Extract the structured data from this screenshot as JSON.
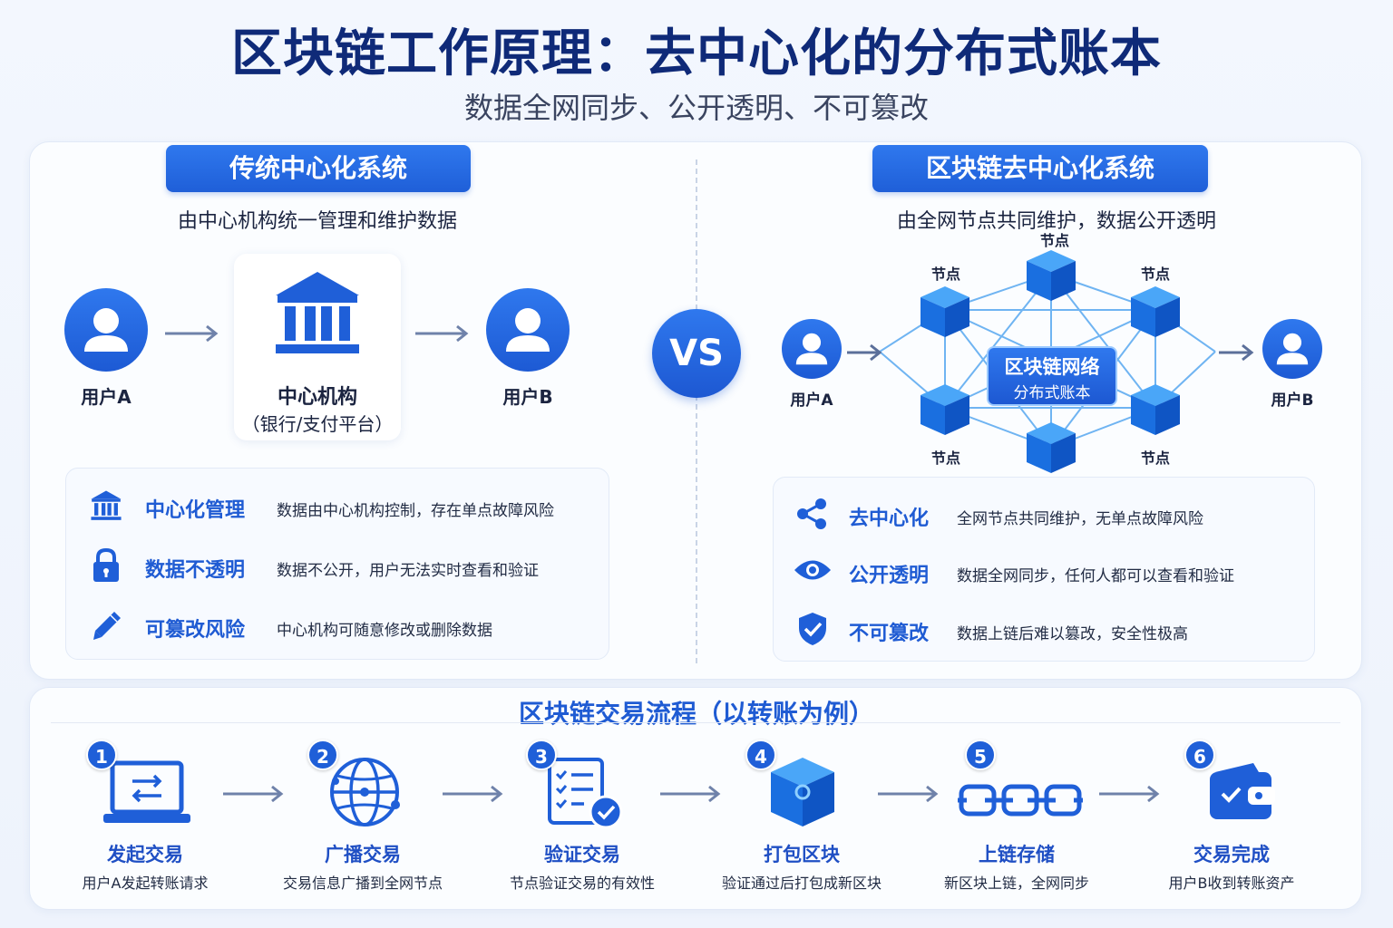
{
  "header": {
    "title": "区块链工作原理：去中心化的分布式账本",
    "subtitle": "数据全网同步、公开透明、不可篡改"
  },
  "left": {
    "heading": "传统中心化系统",
    "description": "由中心机构统一管理和维护数据",
    "user_a": "用户A",
    "center_name": "中心机构",
    "center_sub": "（银行/支付平台）",
    "user_b": "用户B",
    "features": [
      {
        "icon": "bank-icon",
        "title": "中心化管理",
        "desc": "数据由中心机构控制，存在单点故障风险"
      },
      {
        "icon": "lock-icon",
        "title": "数据不透明",
        "desc": "数据不公开，用户无法实时查看和验证"
      },
      {
        "icon": "pencil-icon",
        "title": "可篡改风险",
        "desc": "中心机构可随意修改或删除数据"
      }
    ]
  },
  "vs": "VS",
  "right": {
    "heading": "区块链去中心化系统",
    "description": "由全网节点共同维护，数据公开透明",
    "user_a": "用户A",
    "user_b": "用户B",
    "node_label": "节点",
    "network_title": "区块链网络",
    "network_sub": "分布式账本",
    "features": [
      {
        "icon": "share-icon",
        "title": "去中心化",
        "desc": "全网节点共同维护，无单点故障风险"
      },
      {
        "icon": "eye-icon",
        "title": "公开透明",
        "desc": "数据全网同步，任何人都可以查看和验证"
      },
      {
        "icon": "shield-check-icon",
        "title": "不可篡改",
        "desc": "数据上链后难以篡改，安全性极高"
      }
    ]
  },
  "flow": {
    "title": "区块链交易流程（以转账为例）",
    "steps": [
      {
        "num": "1",
        "icon": "laptop-transfer-icon",
        "title": "发起交易",
        "desc": "用户A发起转账请求"
      },
      {
        "num": "2",
        "icon": "globe-network-icon",
        "title": "广播交易",
        "desc": "交易信息广播到全网节点"
      },
      {
        "num": "3",
        "icon": "checklist-icon",
        "title": "验证交易",
        "desc": "节点验证交易的有效性"
      },
      {
        "num": "4",
        "icon": "cube-block-icon",
        "title": "打包区块",
        "desc": "验证通过后打包成新区块"
      },
      {
        "num": "5",
        "icon": "chain-icon",
        "title": "上链存储",
        "desc": "新区块上链，全网同步"
      },
      {
        "num": "6",
        "icon": "wallet-icon",
        "title": "交易完成",
        "desc": "用户B收到转账资产"
      }
    ]
  },
  "colors": {
    "primary": "#1f5fd8",
    "title": "#0f2a78",
    "accent_text": "#1f5bd3"
  }
}
